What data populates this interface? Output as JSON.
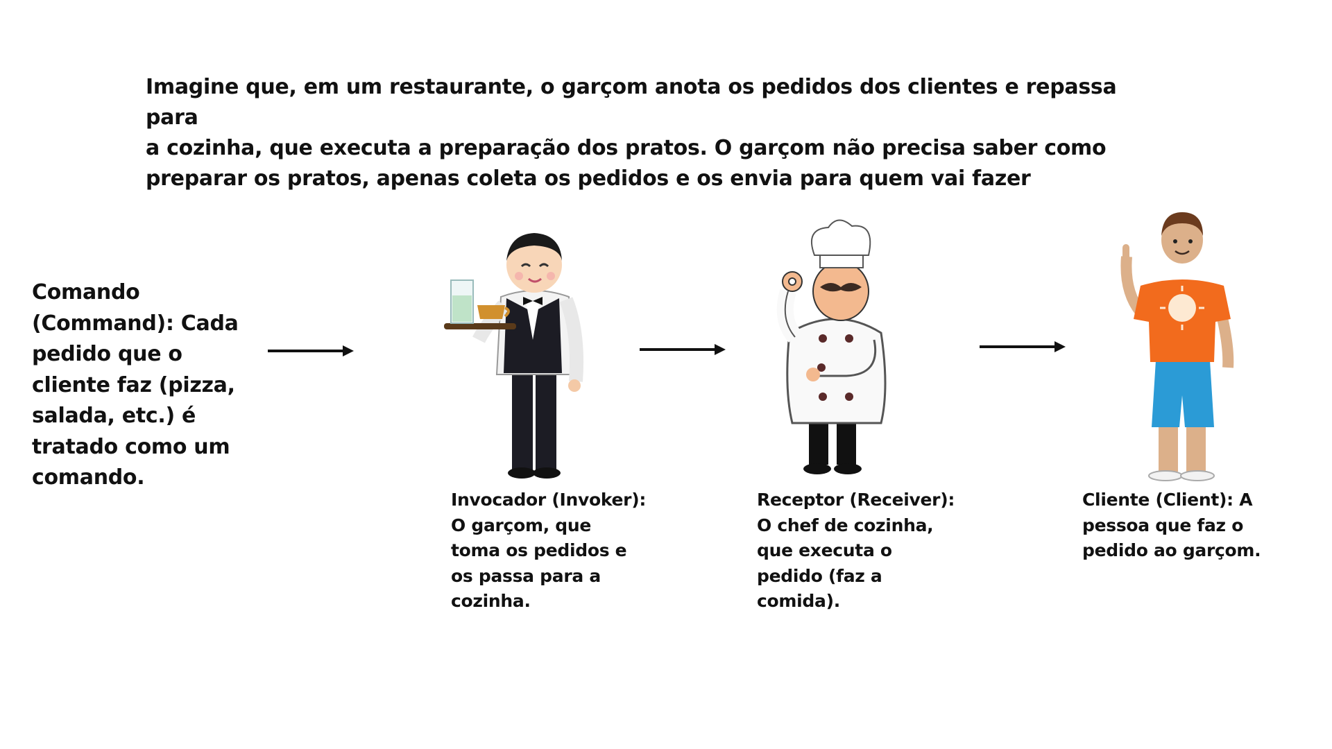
{
  "intro": {
    "lines": [
      "Imagine que, em um restaurante, o garçom anota os pedidos dos clientes e repassa para",
      "a cozinha, que executa a preparação dos pratos. O garçom não precisa saber como",
      "preparar os pratos, apenas coleta os pedidos e os envia para quem vai fazer"
    ]
  },
  "command": {
    "lines": [
      "Comando",
      "(Command): Cada",
      "pedido que o",
      "cliente faz (pizza,",
      "salada, etc.) é",
      "tratado como um",
      "comando."
    ]
  },
  "invoker": {
    "icon": "waiter-icon",
    "lines": [
      "Invocador (Invoker):",
      "O garçom, que",
      "toma os pedidos e",
      "os passa para a",
      "cozinha."
    ]
  },
  "receiver": {
    "icon": "chef-icon",
    "lines": [
      "Receptor (Receiver):",
      "O chef de cozinha,",
      "que executa o",
      "pedido (faz a",
      "comida)."
    ]
  },
  "client": {
    "icon": "customer-icon",
    "lines": [
      "Cliente (Client): A",
      "pessoa que faz o",
      "pedido ao garçom."
    ]
  },
  "colors": {
    "text": "#111111",
    "shirt": "#f26b1d",
    "shorts": "#2b9bd6",
    "vest": "#1c1c24"
  }
}
